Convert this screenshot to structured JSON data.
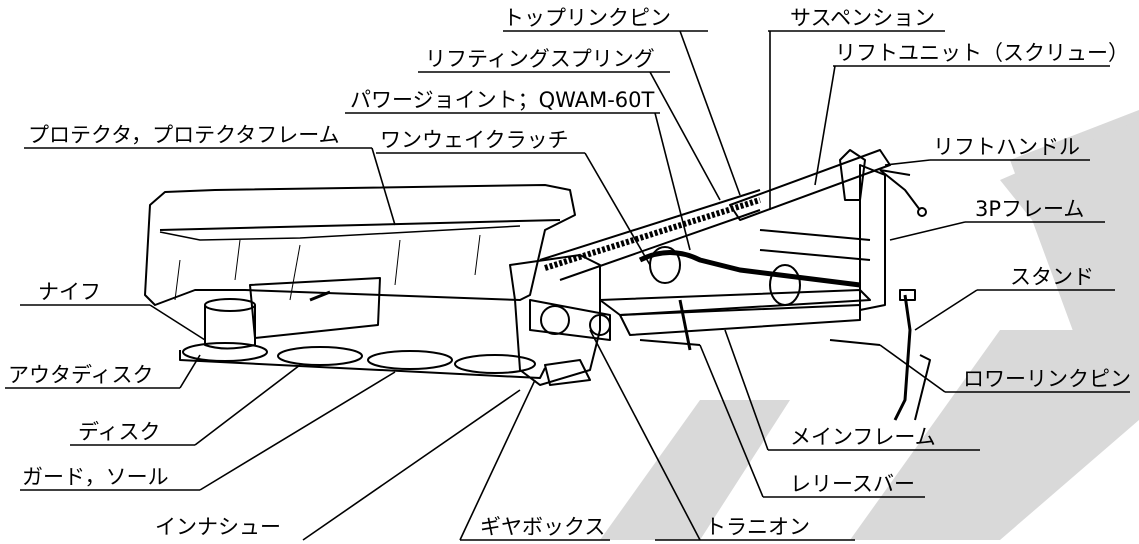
{
  "labels": {
    "top_link_pin": "トップリンクピン",
    "suspension": "サスペンション",
    "lift_unit": "リフトユニット（スクリュー）",
    "lifting_spring": "リフティングスプリング",
    "power_joint": "パワージョイント；QWAM-60T",
    "protector": "プロテクタ，プロテクタフレーム",
    "one_way_clutch": "ワンウェイクラッチ",
    "lift_handle": "リフトハンドル",
    "three_p_frame": "3Pフレーム",
    "stand": "スタンド",
    "knife": "ナイフ",
    "outer_disc": "アウタディスク",
    "lower_link_pin": "ロワーリンクピン",
    "disc": "ディスク",
    "guard_sole": "ガード，ソール",
    "main_frame": "メインフレーム",
    "release_bar": "レリースバー",
    "inner_shoe": "インナシュー",
    "gearbox": "ギヤボックス",
    "trunnion": "トラニオン"
  },
  "colors": {
    "ink": "#000000",
    "watermark": "#d6d6d6"
  }
}
